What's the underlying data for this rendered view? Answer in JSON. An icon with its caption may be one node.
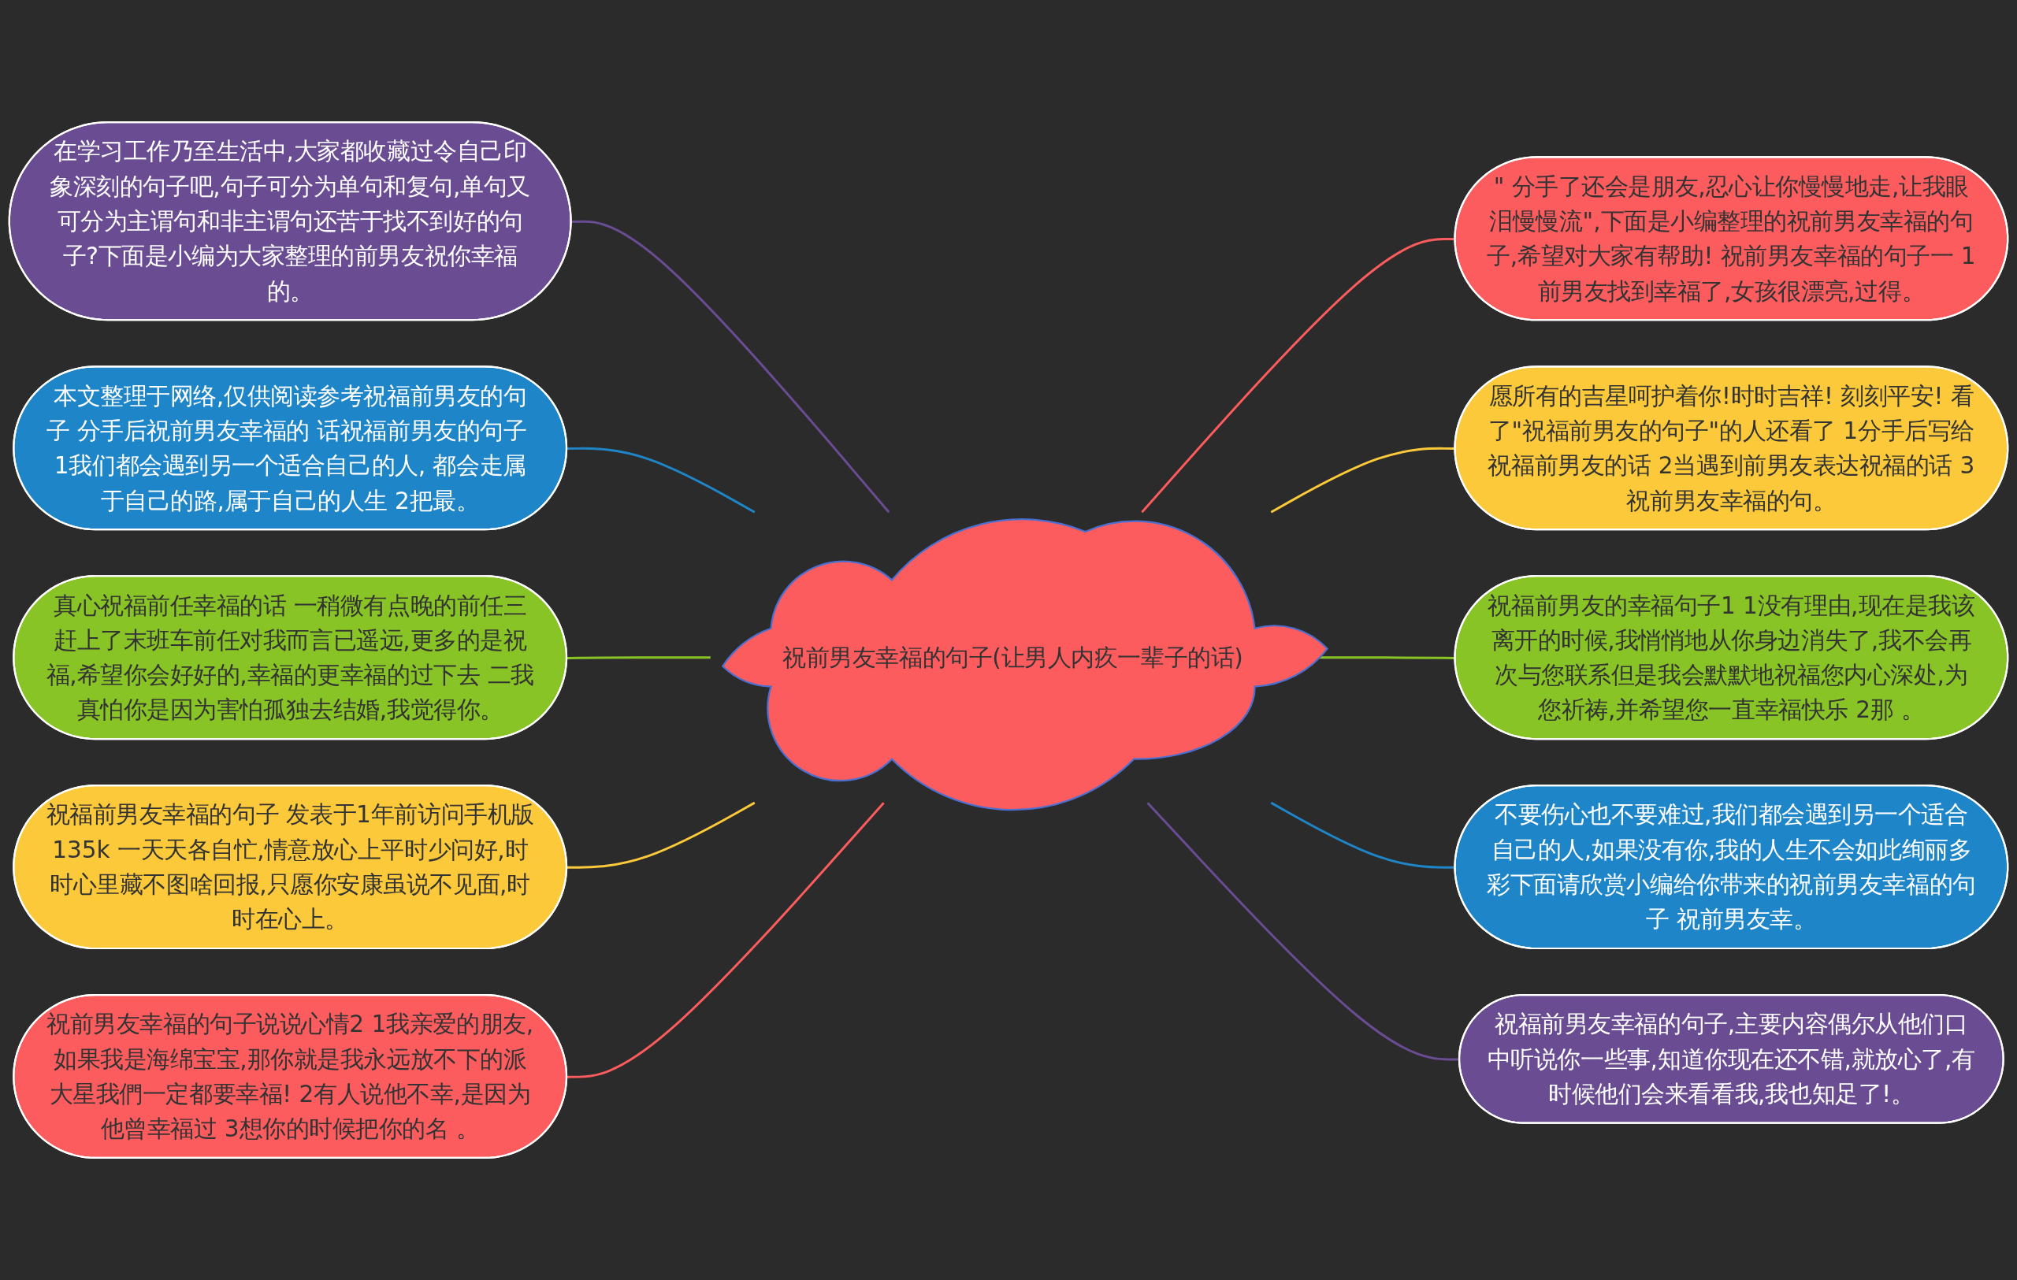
{
  "diagram": {
    "nodes": [
      {
        "text": [
          "祝前男友幸福的句子(让男人内疚一辈子的话)"
        ]
      },
      {
        "text": [
          "在学习工作乃至生活中,大家都收藏过令自己印象深刻的句子吧,句子可分为单句和复句,单句又可分为主谓句和非主谓句还苦于找不到好的句子?下面是小编为大家整理的前男友祝你幸福的。"
        ]
      },
      {
        "text": [
          "本文整理于网络,仅供阅读参考祝福前男友的句子 分手后祝前男友幸福的 话祝福前男友的句子 1我们都会遇到另一个适合自己的人, 都会走属于自己的路,属于自己的人生 2把最。"
        ]
      },
      {
        "text": [
          "真心祝福前任幸福的话 一稍微有点晚的前任三赶上了末班车前任对我而言已遥远,更多的是祝福,希望你会好好的,幸福的更幸福的过下去 二我真怕你是因为害怕孤独去结婚,我觉得你。"
        ]
      },
      {
        "text": [
          "祝福前男友幸福的句子 发表于1年前访问手机版135k 一天天各自忙,情意放心上平时少问好,时时心里藏不图啥回报,只愿你安康虽说不见面,时时在心上。"
        ]
      },
      {
        "text": [
          "祝前男友幸福的句子说说心情2 1我亲爱的朋友,如果我是海绵宝宝,那你就是我永远放不下的派大星我們一定都要幸福! 2有人说他不幸,是因为他曾幸福过 3想你的时候把你的名 。"
        ]
      },
      {
        "text": [
          "\" 分手了还会是朋友,忍心让你慢慢地走,让我眼泪慢慢流\",下面是小编整理的祝前男友幸福的句子,希望对大家有帮助! 祝前男友幸福的句子一 1前男友找到幸福了,女孩很漂亮,过得。"
        ]
      },
      {
        "text": [
          "愿所有的吉星呵护着你!时时吉祥! 刻刻平安! 看了\"祝福前男友的句子\"的人还看了 1分手后写给祝福前男友的话 2当遇到前男友表达祝福的话 3祝前男友幸福的句。"
        ]
      },
      {
        "text": [
          "祝福前男友的幸福句子1 1没有理由,现在是我该离开的时候,我悄悄地从你身边消失了,我不会再次与您联系但是我会默默地祝福您内心深处,为您祈祷,并希望您一直幸福快乐 2那 。"
        ]
      },
      {
        "text": [
          "不要伤心也不要难过,我们都会遇到另一个适合自己的人,如果没有你,我的人生不会如此绚丽多彩下面请欣赏小编给你带来的祝前男友幸福的句子 祝前男友幸。"
        ]
      },
      {
        "text": [
          "祝福前男友幸福的句子,主要内容偶尔从他们口中听说你一些事,知道你现在还不错,就放心了,有时候他们会来看看我,我也知足了!。"
        ]
      }
    ],
    "edges": [
      {
        "from": 0,
        "to": 1,
        "arrow": "none",
        "color": "#6a4c93"
      },
      {
        "from": 0,
        "to": 2,
        "arrow": "none",
        "color": "#1e86c8"
      },
      {
        "from": 0,
        "to": 3,
        "arrow": "none",
        "color": "#88c425"
      },
      {
        "from": 0,
        "to": 4,
        "arrow": "none",
        "color": "#fcc93a"
      },
      {
        "from": 0,
        "to": 5,
        "arrow": "none",
        "color": "#fd5c5e"
      },
      {
        "from": 0,
        "to": 6,
        "arrow": "none",
        "color": "#fd5c5e"
      },
      {
        "from": 0,
        "to": 7,
        "arrow": "none",
        "color": "#fcc93a"
      },
      {
        "from": 0,
        "to": 8,
        "arrow": "none",
        "color": "#88c425"
      },
      {
        "from": 0,
        "to": 9,
        "arrow": "none",
        "color": "#1e86c8"
      },
      {
        "from": 0,
        "to": 10,
        "arrow": "none",
        "color": "#6a4c93"
      }
    ]
  }
}
